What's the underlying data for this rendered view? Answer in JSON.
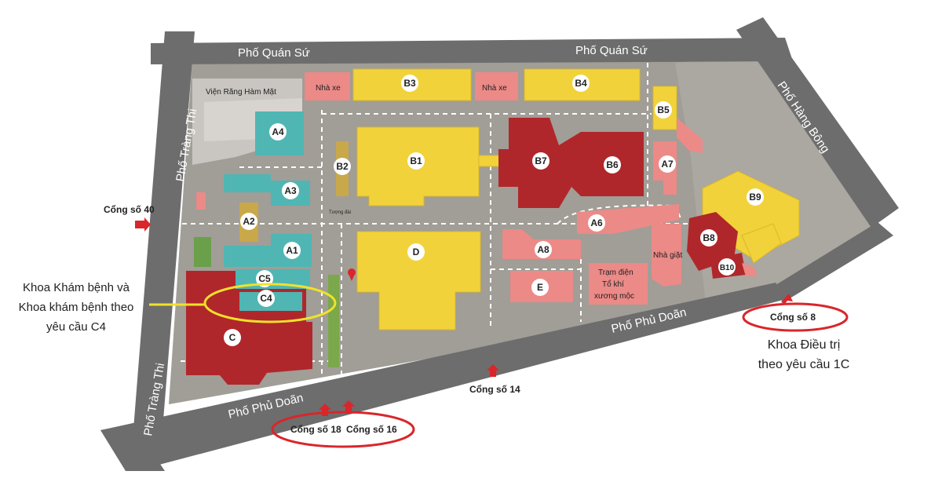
{
  "streets": {
    "quan_su_left": "Phố Quán Sứ",
    "quan_su_right": "Phố Quán Sứ",
    "hang_bong": "Phố Hàng Bông",
    "trang_thi_top": "Phố Tràng Thi",
    "trang_thi_bottom": "Phố Tràng Thi",
    "phu_doan_left": "Phố Phủ Doãn",
    "phu_doan_right": "Phố Phủ Doãn"
  },
  "buildings": {
    "a1": "A1",
    "a2": "A2",
    "a3": "A3",
    "a4": "A4",
    "a6": "A6",
    "a7": "A7",
    "a8": "A8",
    "b1": "B1",
    "b2": "B2",
    "b3": "B3",
    "b4": "B4",
    "b5": "B5",
    "b6": "B6",
    "b7": "B7",
    "b8": "B8",
    "b9": "B9",
    "b10": "B10",
    "c": "C",
    "c4": "C4",
    "c5": "C5",
    "d": "D",
    "e": "E",
    "vien_rang": "Viện Răng Hàm Mặt",
    "nha_xe_1": "Nhà xe",
    "nha_xe_2": "Nhà xe",
    "nha_giat": "Nhà giặt",
    "tram_dien_1": "Trạm điện",
    "tram_dien_2": "Tổ khí",
    "tram_dien_3": "xương mộc",
    "tuong_dai": "Tượng đài"
  },
  "gates": {
    "g40": "Cổng số 40",
    "g18": "Cổng số 18",
    "g16": "Cổng số 16",
    "g14": "Cổng số 14",
    "g8": "Cổng số 8"
  },
  "annotations": {
    "left_line1": "Khoa Khám bệnh và",
    "left_line2": "Khoa khám bệnh theo",
    "left_line3": "yêu cầu C4",
    "right_line1": "Khoa Điều trị",
    "right_line2": "theo yêu cầu 1C"
  },
  "colors": {
    "road": "#6d6d6d",
    "ground": "#a09c96",
    "yellow": "#f2d23a",
    "dark_red": "#b0272b",
    "pink": "#ec8a87",
    "teal": "#4fb6b4",
    "gate_arrow": "#d9262b",
    "highlight_yellow": "#f0e22a",
    "highlight_red": "#d9262b"
  }
}
